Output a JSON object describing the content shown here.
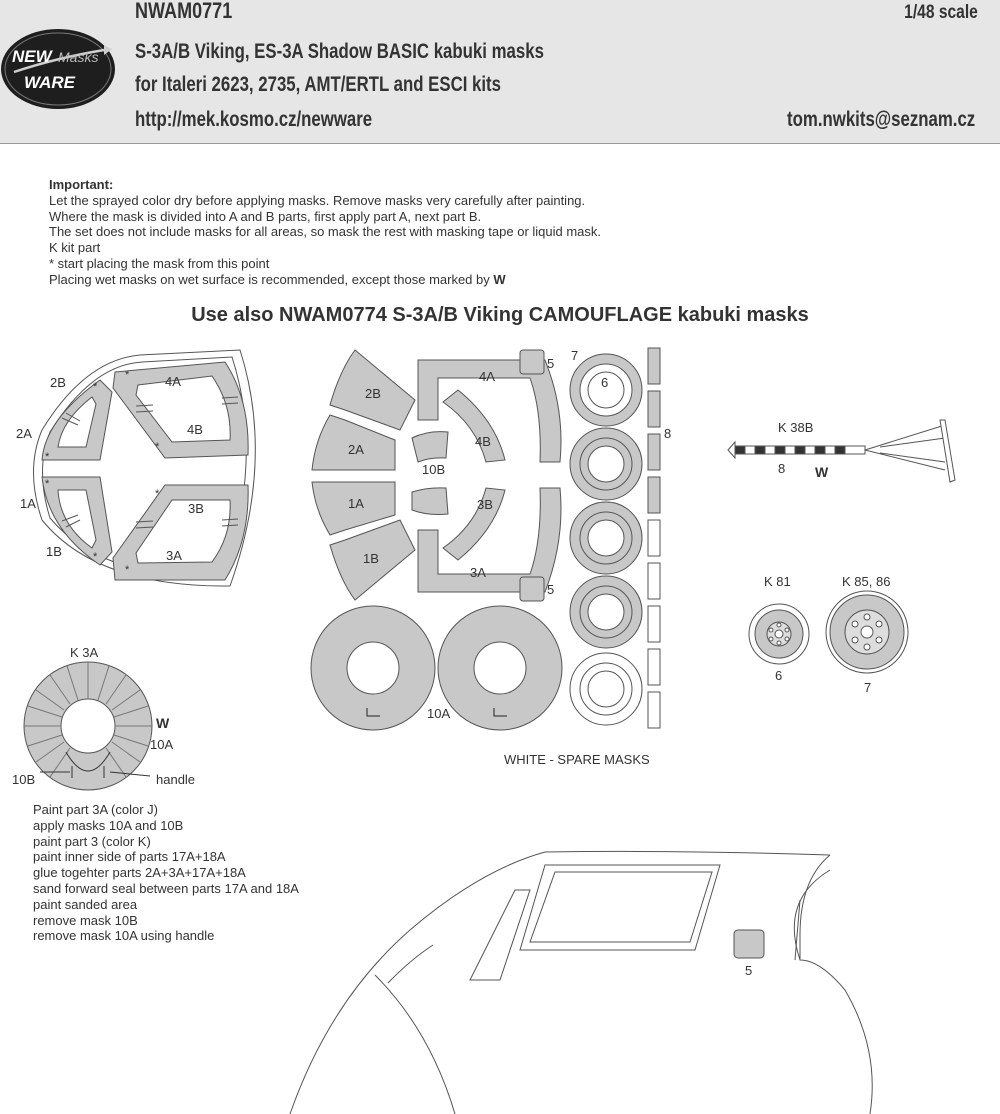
{
  "header": {
    "code": "NWAM0771",
    "scale": "1/48 scale",
    "title_line1": "S-3A/B Viking, ES-3A Shadow BASIC kabuki masks",
    "title_line2": "for Italeri 2623, 2735, AMT/ERTL and ESCI kits",
    "url": "http://mek.kosmo.cz/newware",
    "email": "tom.nwkits@seznam.cz",
    "logo": {
      "line1": "NEW",
      "line1b": "Masks",
      "line2": "WARE"
    }
  },
  "notes": {
    "heading": "Important:",
    "lines": [
      "Let the sprayed color dry before applying masks. Remove masks very carefully after painting.",
      "Where the mask is divided into A and B parts, first apply part A, next part B.",
      "The set does not include masks for all areas, so mask the rest with masking tape or liquid mask.",
      "K kit part",
      "*  start placing the mask from this point"
    ],
    "last_line": "Placing wet masks on wet surface is recommended, except those marked by",
    "w_mark": "W"
  },
  "use_also": "Use also NWAM0774 S-3A/B Viking CAMOUFLAGE kabuki masks",
  "canopy_labels": {
    "2B": "2B",
    "2A": "2A",
    "1A": "1A",
    "1B": "1B",
    "4A": "4A",
    "4B": "4B",
    "3B": "3B",
    "3A": "3A",
    "star": "*"
  },
  "sheet_labels": {
    "2B": "2B",
    "2A": "2A",
    "1A": "1A",
    "1B": "1B",
    "4A": "4A",
    "4B": "4B",
    "3B": "3B",
    "3A": "3A",
    "10B": "10B",
    "10A": "10A",
    "5": "5",
    "5b": "5",
    "6": "6",
    "7": "7",
    "8": "8"
  },
  "spare_label": "WHITE - SPARE MASKS",
  "antenna": {
    "label": "K 38B",
    "num": "8",
    "w": "W"
  },
  "wheels": {
    "k81": "K 81",
    "k85": "K 85, 86",
    "n6": "6",
    "n7": "7"
  },
  "k3a": {
    "label": "K 3A",
    "w": "W",
    "p10a": "10A",
    "p10b": "10B",
    "handle": "handle"
  },
  "instructions": [
    "Paint part 3A (color J)",
    "apply masks 10A and 10B",
    "paint part 3 (color K)",
    "paint inner side of parts 17A+18A",
    "glue togehter parts 2A+3A+17A+18A",
    "sand forward seal between parts 17A and 18A",
    "paint sanded area",
    "remove mask 10B",
    "remove mask 10A using handle"
  ],
  "fuselage": {
    "part5": "5"
  }
}
